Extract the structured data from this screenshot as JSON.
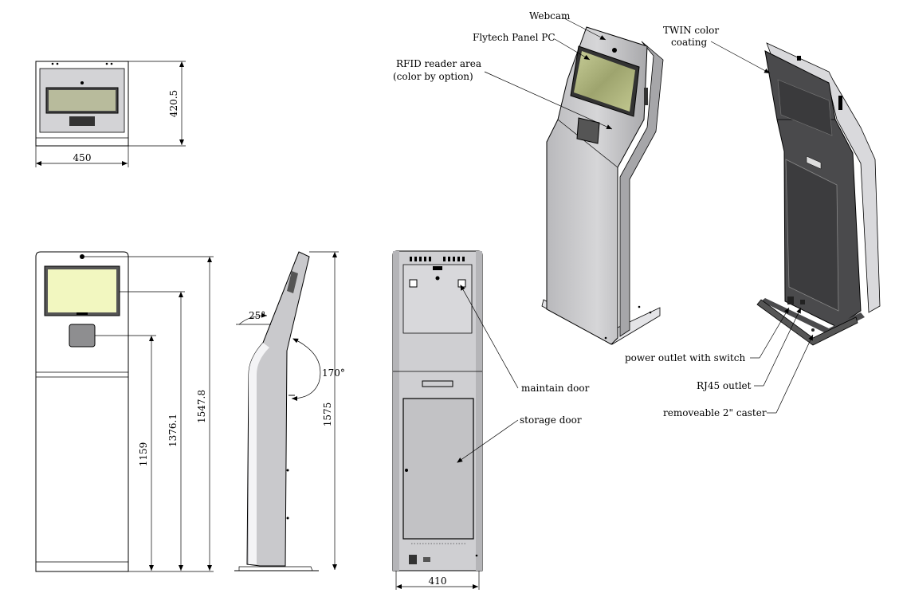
{
  "dimensions": {
    "top_width": "450",
    "top_depth": "420.5",
    "height_camera": "1547.8",
    "height_screen": "1376.1",
    "height_rfid": "1159",
    "side_angle_top": "25°",
    "side_angle_back": "170°",
    "side_height": "1575",
    "rear_width": "410"
  },
  "labels": {
    "webcam": "Webcam",
    "panel_pc": "Flytech Panel PC",
    "rfid_line1": "RFID reader area",
    "rfid_line2": "(color by option)",
    "twin_line1": "TWIN color",
    "twin_line2": "coating",
    "maintain_door": "maintain door",
    "storage_door": "storage door",
    "power_outlet": "power outlet with switch",
    "rj45": "RJ45 outlet",
    "caster": "removeable 2\" caster"
  },
  "colors": {
    "screen": "#f2f7c0",
    "screen_3d": "#b9c08a",
    "body_light": "#f4f4f6",
    "body_grey": "#c9c9cc",
    "body_dark": "#4a4a4c",
    "rfid_pad": "#8e8e90"
  }
}
